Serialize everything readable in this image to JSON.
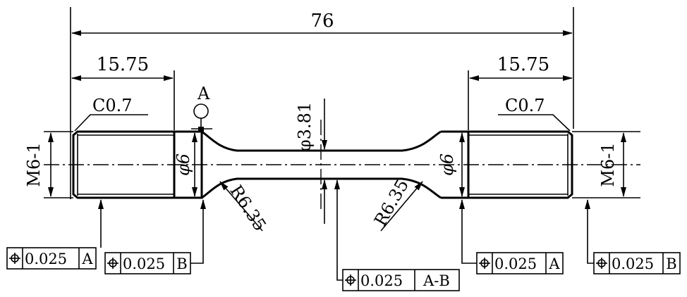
{
  "drawing": {
    "overall_length": "76",
    "left_grip_length": "15.75",
    "right_grip_length": "15.75",
    "left_chamfer": "C0.7",
    "right_chamfer": "C0.7",
    "left_thread": "M6-1",
    "right_thread": "M6-1",
    "left_shoulder_dia": "φ6",
    "right_shoulder_dia": "φ6",
    "gauge_dia": "φ3.81",
    "left_fillet_radius": "R6.35",
    "right_fillet_radius": "R6.35",
    "datum_label": "A"
  },
  "feature_control_frames": [
    {
      "symbol": "position",
      "tolerance": "0.025",
      "datum": "A"
    },
    {
      "symbol": "position",
      "tolerance": "0.025",
      "datum": "B"
    },
    {
      "symbol": "position",
      "tolerance": "0.025",
      "datum": "A-B"
    },
    {
      "symbol": "position",
      "tolerance": "0.025",
      "datum": "A"
    },
    {
      "symbol": "position",
      "tolerance": "0.025",
      "datum": "B"
    }
  ]
}
